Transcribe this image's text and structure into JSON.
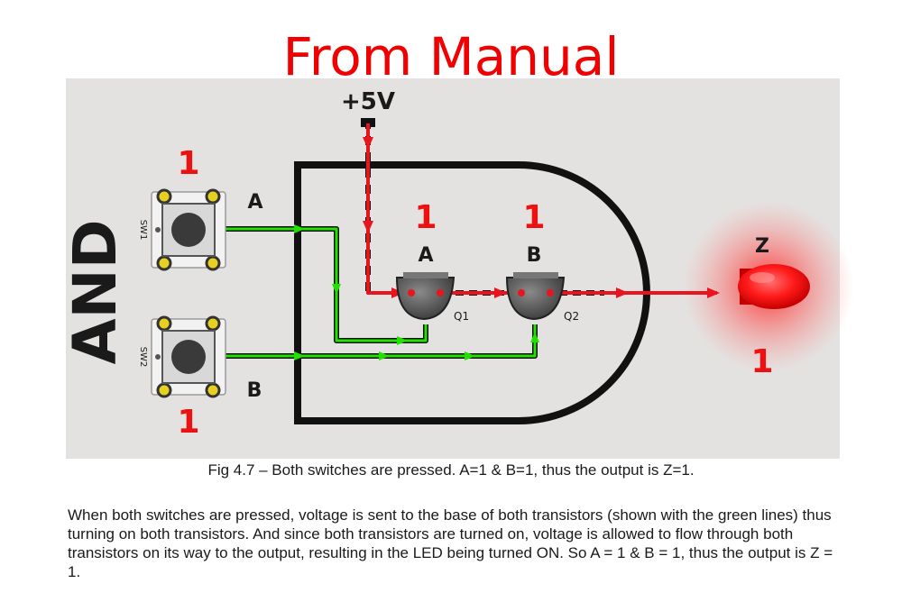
{
  "title": "From Manual",
  "diagram": {
    "gate_label": "AND",
    "supply_label": "+5V",
    "switches": [
      {
        "ref": "SW1",
        "input_label": "A",
        "state": "1"
      },
      {
        "ref": "SW2",
        "input_label": "B",
        "state": "1"
      }
    ],
    "transistors": [
      {
        "ref": "Q1",
        "label": "A",
        "state": "1"
      },
      {
        "ref": "Q2",
        "label": "B",
        "state": "1"
      }
    ],
    "output": {
      "label": "Z",
      "state": "1"
    },
    "colors": {
      "power_path": "#e8141e",
      "signal_path": "#22e000",
      "led": "#ff1a1a",
      "highlight": "#ee1111"
    }
  },
  "caption": "Fig 4.7 – Both switches are pressed. A=1 & B=1, thus the output is Z=1.",
  "paragraph": "When both switches are pressed, voltage is sent to the base of both transistors (shown with the green lines) thus turning on both transistors. And since both transistors are turned on, voltage is allowed to flow through both transistors on its way to the output, resulting in the LED being turned ON. So A = 1 & B = 1, thus the output is Z = 1."
}
